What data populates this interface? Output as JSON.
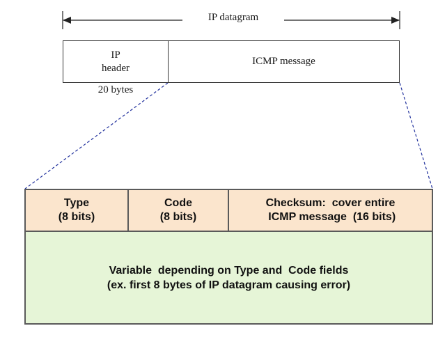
{
  "datagram": {
    "label": "IP datagram",
    "ip_header": {
      "line1": "IP",
      "line2": "header",
      "size": "20 bytes"
    },
    "icmp_message": "ICMP message"
  },
  "icmp_layout": {
    "type": {
      "line1": "Type",
      "line2": "(8 bits)"
    },
    "code": {
      "line1": "Code",
      "line2": "(8 bits)"
    },
    "checksum": {
      "line1": "Checksum:  cover entire",
      "line2": " ICMP message  (16 bits)"
    },
    "body": {
      "line1": "Variable  depending on Type and  Code fields",
      "line2": "(ex. first 8 bytes of IP datagram causing error)"
    }
  },
  "colors": {
    "header_fill": "#fbe5cd",
    "body_fill": "#e6f5d7",
    "zoom_lines": "#1f2f9c"
  }
}
